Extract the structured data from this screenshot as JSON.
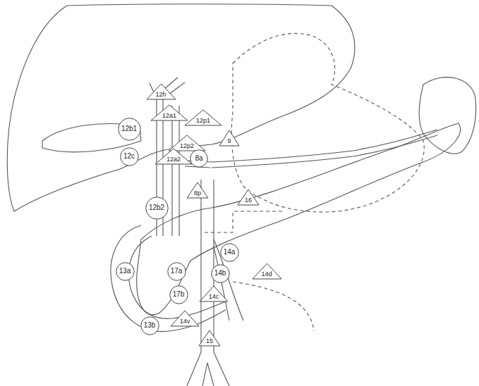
{
  "diagram": {
    "nodes": [
      {
        "text": [
          "12h"
        ]
      },
      {
        "text": [
          "12a1"
        ]
      },
      {
        "text": [
          "12p1"
        ]
      },
      {
        "text": [
          "12b1"
        ]
      },
      {
        "text": [
          "9"
        ]
      },
      {
        "text": [
          "12p2"
        ]
      },
      {
        "text": [
          "12c"
        ]
      },
      {
        "text": [
          "12a2"
        ]
      },
      {
        "text": [
          "8a"
        ]
      },
      {
        "text": [
          "8p"
        ]
      },
      {
        "text": [
          "16"
        ]
      },
      {
        "text": [
          "12b2"
        ]
      },
      {
        "text": [
          "14a"
        ]
      },
      {
        "text": [
          "13a"
        ]
      },
      {
        "text": [
          "17a"
        ]
      },
      {
        "text": [
          "14b"
        ]
      },
      {
        "text": [
          "14d"
        ]
      },
      {
        "text": [
          "17b"
        ]
      },
      {
        "text": [
          "14c"
        ]
      },
      {
        "text": [
          "14v"
        ]
      },
      {
        "text": [
          "13b"
        ]
      },
      {
        "text": [
          "15"
        ]
      }
    ]
  }
}
